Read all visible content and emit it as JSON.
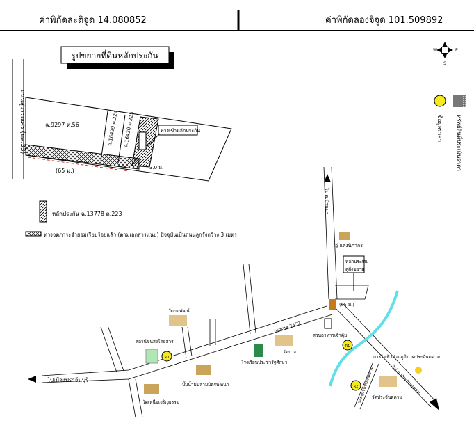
{
  "header": {
    "latitude_label": "ค่าพิกัดละติจูด 14.080852",
    "longitude_label": "ค่าพิกัดลองจิจูด 101.509892"
  },
  "inset": {
    "title": "รูปขยายที่ดินหลักประกัน",
    "main_road": "ถนนสุวรรณศร (ทล.33)",
    "parcels": [
      "ฉ.9297 ต.56",
      "ฉ.16429 ต.224",
      "ฉ.16430 ต.225"
    ],
    "entrance_label": "ทางเข้าหลักประกัน",
    "distance": "(65 ม.)",
    "width": "3.0 ม."
  },
  "legend": {
    "collateral": "หลักประกัน ฉ.13778 ต.223",
    "easement": "ทางจดภาระจำยอมเรียบร้อยแล้ว (ตามเอกสารแนบ) ปัจจุบันเป็นถนนลูกรังกว้าง 3 เมตร",
    "price_data": "ข้อมูลราคา",
    "appraised_property": "ทรัพย์สินที่ประเมินราคา"
  },
  "compass": {
    "n": "N",
    "e": "E",
    "s": "S",
    "w": "W"
  },
  "map": {
    "road_north": "ไป อ.บ้านนา",
    "garage": "อู่ แสงนิภากร",
    "collateral_box": [
      "หลักประกัน",
      "ดูผังขยาย"
    ],
    "distance": "(65 ม.)",
    "highway": "ถนนทล.3452",
    "restaurant": "สวนอาหารเจ้าคุ้ม",
    "temple_1": "วัดกมพัฒน์",
    "temple_2": "วัดบาง",
    "station": "สถานีขนส่งโดยสาร",
    "school": "โรงเรียนประชารัฐศึกษา",
    "gas_station": "ปั๊มน้ำมันสามมิตรพัฒนา",
    "temple_3": "วัดเหนือเจริญธรรม",
    "to_prachinburi": "ไปเมืองปราจีนบุรี",
    "to_prachantakham": "ไป อ.ประจันตคาม",
    "side_road": "ซอยชุมชนประจันตคาม",
    "electricity": "การไฟฟ้าส่วนภูมิภาคประจันตคาม",
    "temple_4": "วัดประจันตคาม",
    "markers": [
      "R0",
      "R1",
      "R2"
    ]
  },
  "colors": {
    "river": "#5fdfe8",
    "marker": "#f5eb1c",
    "route_arrow": "#c0392b"
  }
}
